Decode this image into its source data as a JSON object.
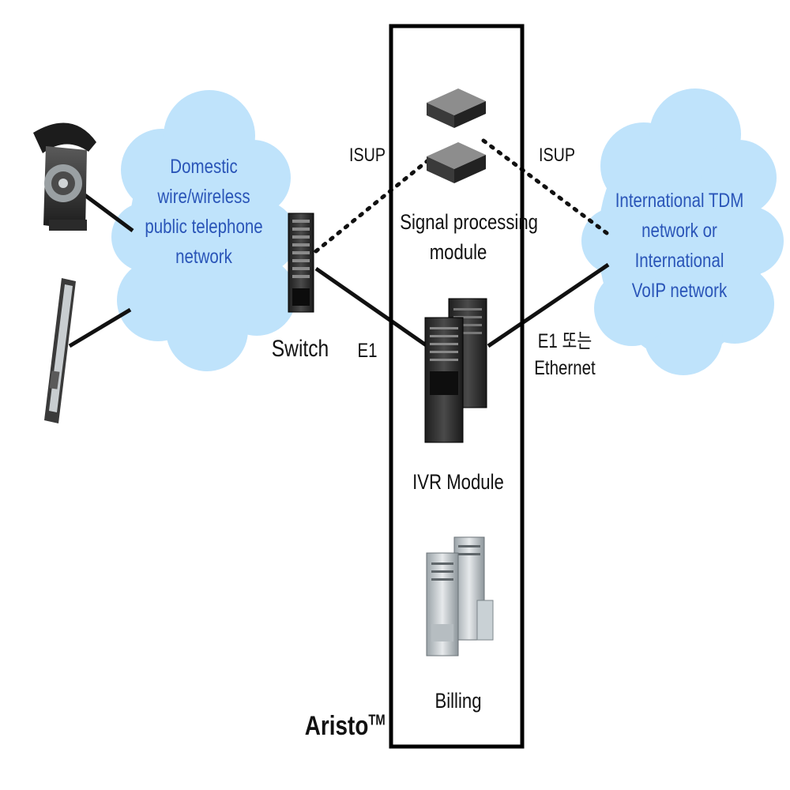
{
  "clouds": {
    "domestic": {
      "lines": [
        "Domestic",
        "wire/wireless",
        "public telephone",
        "network"
      ],
      "color": "#bfe3fb",
      "text_color": "#2a55b8"
    },
    "international": {
      "lines": [
        "International TDM",
        "network or International",
        "VoIP network"
      ],
      "color": "#bfe3fb",
      "text_color": "#2a55b8"
    }
  },
  "devices": {
    "desk_phone": {
      "icon": "desk-phone-icon"
    },
    "mobile_phone": {
      "icon": "mobile-phone-icon"
    },
    "switch": {
      "label": "Switch",
      "icon": "switch-icon"
    },
    "signal_processing": {
      "lines": [
        "Signal processing",
        "module"
      ],
      "icon": "signal-processing-icon"
    },
    "ivr": {
      "label": "IVR Module",
      "icon": "ivr-server-icon"
    },
    "billing": {
      "label": "Billing",
      "icon": "billing-server-icon"
    }
  },
  "links": {
    "isup_left": "ISUP",
    "isup_right": "ISUP",
    "e1_left": "E1",
    "e1_right_line1": "E1 또는",
    "e1_right_line2": "Ethernet"
  },
  "system": {
    "name": "Aristo",
    "trademark": "TM"
  }
}
